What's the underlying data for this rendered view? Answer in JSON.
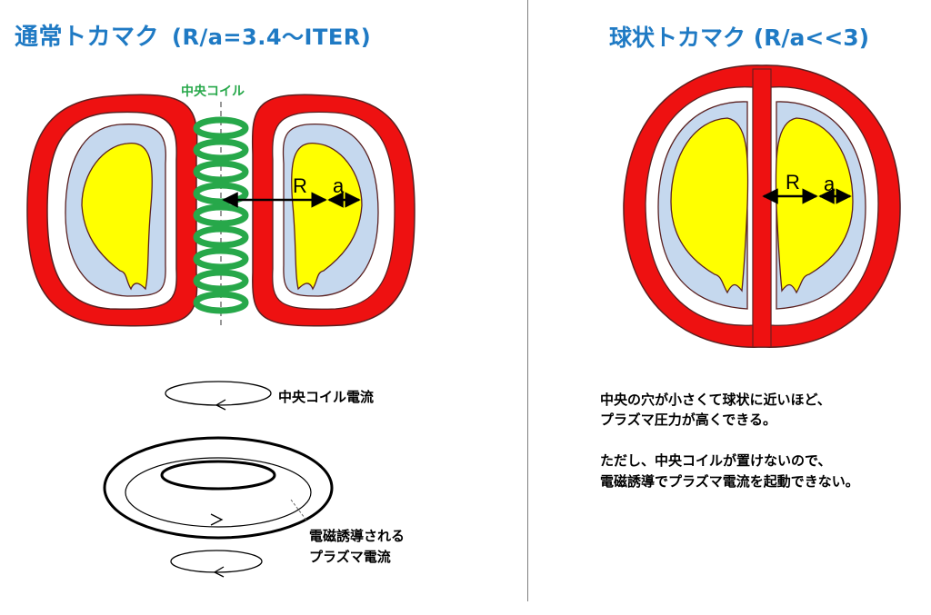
{
  "titles": {
    "left_main": "通常トカマク",
    "left_sub": "(R/a=3.4〜ITER)",
    "right": "球状トカマク (R/a<<3)"
  },
  "labels": {
    "central_coil": "中央コイル",
    "R": "R",
    "a": "a",
    "coil_current": "中央コイル電流",
    "plasma_current_line1": "電磁誘導される",
    "plasma_current_line2": "プラズマ電流"
  },
  "notes": {
    "line1": "中央の穴が小さくて球状に近いほど、",
    "line2": "プラズマ圧力が高くできる。",
    "line3": "ただし、中央コイルが置けないので、",
    "line4": "電磁誘導でプラズマ電流を起動できない。"
  },
  "colors": {
    "title": "#1f7ac4",
    "coil": "#27a84a",
    "vessel": "#ee1111",
    "blanket": "#c5d8ee",
    "plasma": "#ffff00"
  }
}
